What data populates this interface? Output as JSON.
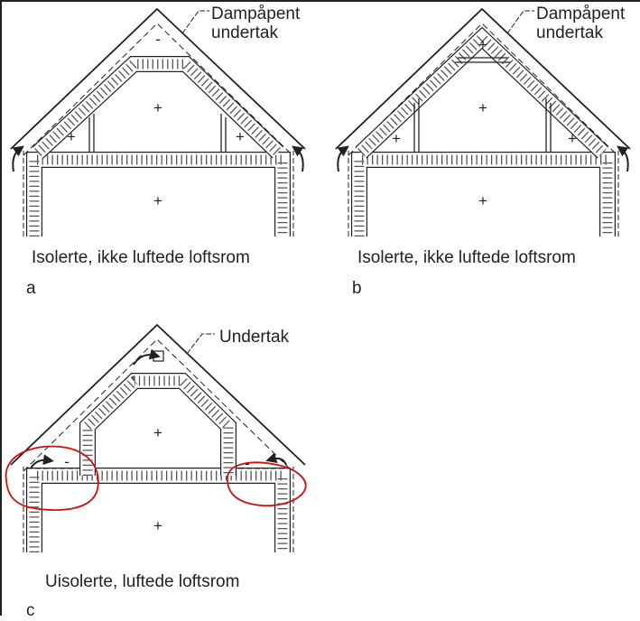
{
  "diagrams": [
    {
      "id": "a",
      "letter": "a",
      "caption": "Isolerte, ikke luftede loftsrom",
      "label_line1": "Dampåpent",
      "label_line2": "undertak",
      "signs": {
        "apex": "-",
        "left": "+",
        "center": "+",
        "right": "+",
        "room": "+"
      }
    },
    {
      "id": "b",
      "letter": "b",
      "caption": "Isolerte, ikke luftede loftsrom",
      "label_line1": "Dampåpent",
      "label_line2": "undertak",
      "signs": {
        "apex": "+",
        "left": "+",
        "center": "+",
        "right": "+",
        "room": "+"
      }
    },
    {
      "id": "c",
      "letter": "c",
      "caption": "Uisolerte, luftede loftsrom",
      "label_line1": "Undertak",
      "signs": {
        "left": "-",
        "center": "+",
        "right": "-",
        "room": "+"
      }
    }
  ],
  "colors": {
    "line": "#222222",
    "highlight": "#d01010"
  }
}
